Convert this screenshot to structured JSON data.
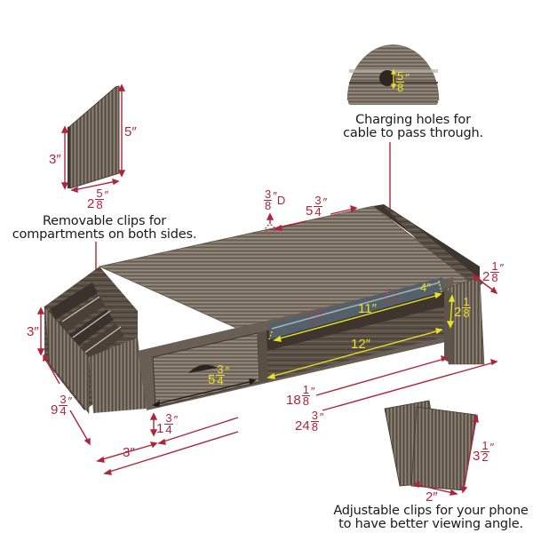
{
  "image": {
    "subject": "Rustic wood monitor stand desk organizer with dimensions",
    "colors": {
      "background": "#ffffff",
      "wood_light": "#8a7f72",
      "wood_mid": "#6e6358",
      "wood_dark": "#4a4038",
      "dimension_red": "#b0243a",
      "dimension_yellow": "#e8e02a",
      "caption_text": "#1a1a1a"
    }
  },
  "callouts": {
    "removable_clips": {
      "line1": "Removable clips for",
      "line2": "compartments on both sides.",
      "dims": {
        "height_short": "3″",
        "height_tall": "5″",
        "width": {
          "whole": "2",
          "num": "5",
          "den": "8",
          "unit": "″"
        }
      }
    },
    "charging_holes": {
      "line1": "Charging holes for",
      "line2": "cable to pass through.",
      "dims": {
        "hole": {
          "num": "5",
          "den": "8",
          "unit": "″"
        }
      }
    },
    "phone_clips": {
      "line1": "Adjustable clips for your phone",
      "line2": "to have better viewing angle.",
      "dims": {
        "height": {
          "whole": "3",
          "num": "1",
          "den": "2",
          "unit": "″"
        },
        "width": "2″"
      }
    }
  },
  "dimensions": {
    "hole_diameter": {
      "num": "3",
      "den": "8",
      "unit": "″",
      "suffix": "D"
    },
    "hole_spacing": {
      "whole": "5",
      "num": "3",
      "den": "4",
      "unit": "″"
    },
    "side_depth": {
      "whole": "2",
      "num": "1",
      "den": "8",
      "unit": "″"
    },
    "slot_width": "4″",
    "slot_length": "11″",
    "shelf_height": {
      "whole": "2",
      "num": "1",
      "den": "8",
      "unit": "″"
    },
    "shelf_width": "12″",
    "drawer_width": {
      "whole": "5",
      "num": "3",
      "den": "4",
      "unit": "″"
    },
    "compartment_height": "3″",
    "total_depth": {
      "whole": "9",
      "num": "3",
      "den": "4",
      "unit": "″"
    },
    "leg_height": {
      "whole": "1",
      "num": "3",
      "den": "4",
      "unit": "″"
    },
    "side_width": "3″",
    "inner_length": {
      "whole": "18",
      "num": "1",
      "den": "8",
      "unit": "″"
    },
    "total_length": {
      "whole": "24",
      "num": "3",
      "den": "8",
      "unit": "″"
    }
  }
}
